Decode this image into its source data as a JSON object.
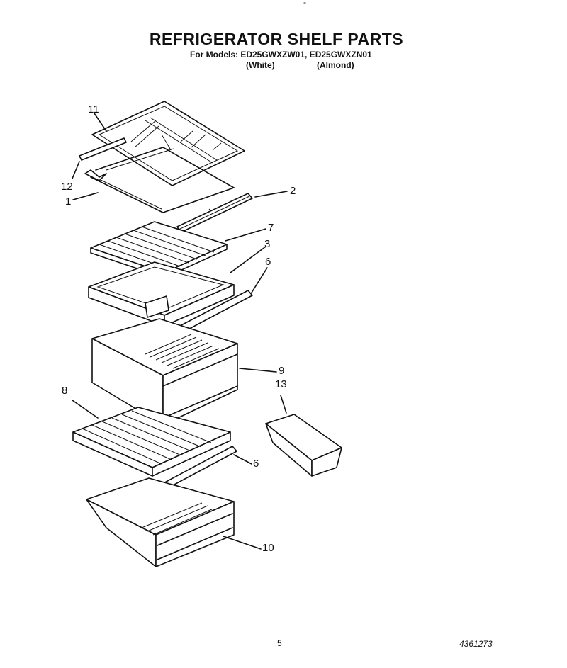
{
  "header": {
    "title": "REFRIGERATOR SHELF PARTS",
    "models": "For Models: ED25GWXZW01, ED25GWXZN01",
    "variant_white": "(White)",
    "variant_almond": "(Almond)",
    "top_mark": "-"
  },
  "callouts": [
    "11",
    "12",
    "1",
    "2",
    "7",
    "3",
    "6",
    "9",
    "13",
    "8",
    "6",
    "10"
  ],
  "footer": {
    "page_number": "5",
    "doc_number": "4361273"
  }
}
